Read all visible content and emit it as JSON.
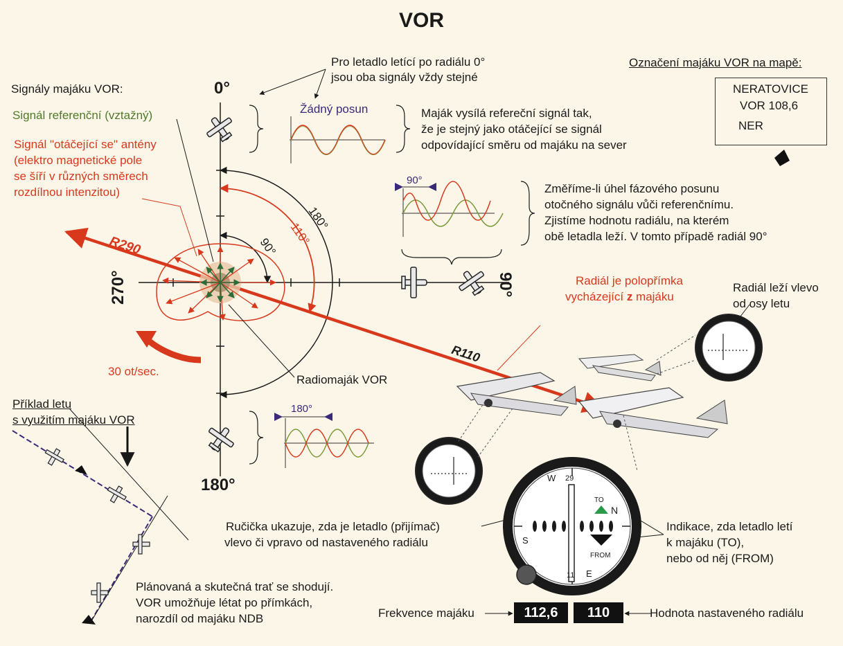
{
  "title": "VOR",
  "labels": {
    "deg_0": "0°",
    "deg_90": "90°",
    "deg_180": "180°",
    "deg_270": "270°",
    "signaly": "Signály majáku VOR:",
    "ref_signal": "Signál referenční (vztažný)",
    "rot_signal_1": "Signál \"otáčející se\" antény",
    "rot_signal_2": "(elektro magnetické pole",
    "rot_signal_3": "se šíří v různých směrech",
    "rot_signal_4": "rozdílnou intenzitou)",
    "rpm": "30 ot/sec.",
    "r290": "R290",
    "r110": "R110",
    "arc_90": "90°",
    "arc_110": "110°",
    "arc_180": "180°",
    "radiomajak": "Radiomaják VOR",
    "top_note_1": "Pro letadlo letící po radiálu 0°",
    "top_note_2": "jsou oba signály vždy stejné",
    "no_shift": "Žádný posun",
    "ref_desc_1": "Maják vysílá refereční signál tak,",
    "ref_desc_2": "že je stejný jako otáčející se signál",
    "ref_desc_3": "odpovídající směru od majáku na sever",
    "shift_90": "90°",
    "measure_1": "Změříme-li úhel fázového posunu",
    "measure_2": "otočného signálu vůči referenčnímu.",
    "measure_3": "Zjistíme hodnotu radiálu, na kterém",
    "measure_4": "obě letadla leží. V tomto případě radiál 90°",
    "shift_180": "180°",
    "radial_def_1": "Radiál je polopřímka",
    "radial_def_2a": "vycházející ",
    "radial_def_2b": "z",
    "radial_def_2c": " majáku",
    "radial_left_1": "Radiál leží vlevo",
    "radial_left_2": "od osy letu",
    "map_label": "Označení majáku VOR na mapě:",
    "map_name": "NERATOVICE",
    "map_freq": "VOR 108,6",
    "map_id": "NER",
    "example_1": "Příklad letu",
    "example_2": "s využitím majáku VOR",
    "needle_1": "Ručička ukazuje, zda je letadlo (přijímač)",
    "needle_2": "vlevo či vpravo od nastaveného radiálu",
    "tofrom_1": "Indikace, zda letadlo letí",
    "tofrom_2": "k majáku (TO),",
    "tofrom_3": "nebo od něj (FROM)",
    "plan_1": "Plánovaná a skutečná trať se shodují.",
    "plan_2": "VOR umožňuje létat po přímkách,",
    "plan_3": "narozdíl od majáku NDB",
    "freq_label": "Frekvence majáku",
    "freq_value": "112,6",
    "radial_value": "110",
    "radial_value_label": "Hodnota nastaveného radiálu",
    "gauge_n": "N",
    "gauge_e": "E",
    "gauge_s": "S",
    "gauge_w": "W",
    "gauge_29": "29",
    "gauge_11": "11",
    "gauge_to": "TO",
    "gauge_from": "FROM"
  }
}
